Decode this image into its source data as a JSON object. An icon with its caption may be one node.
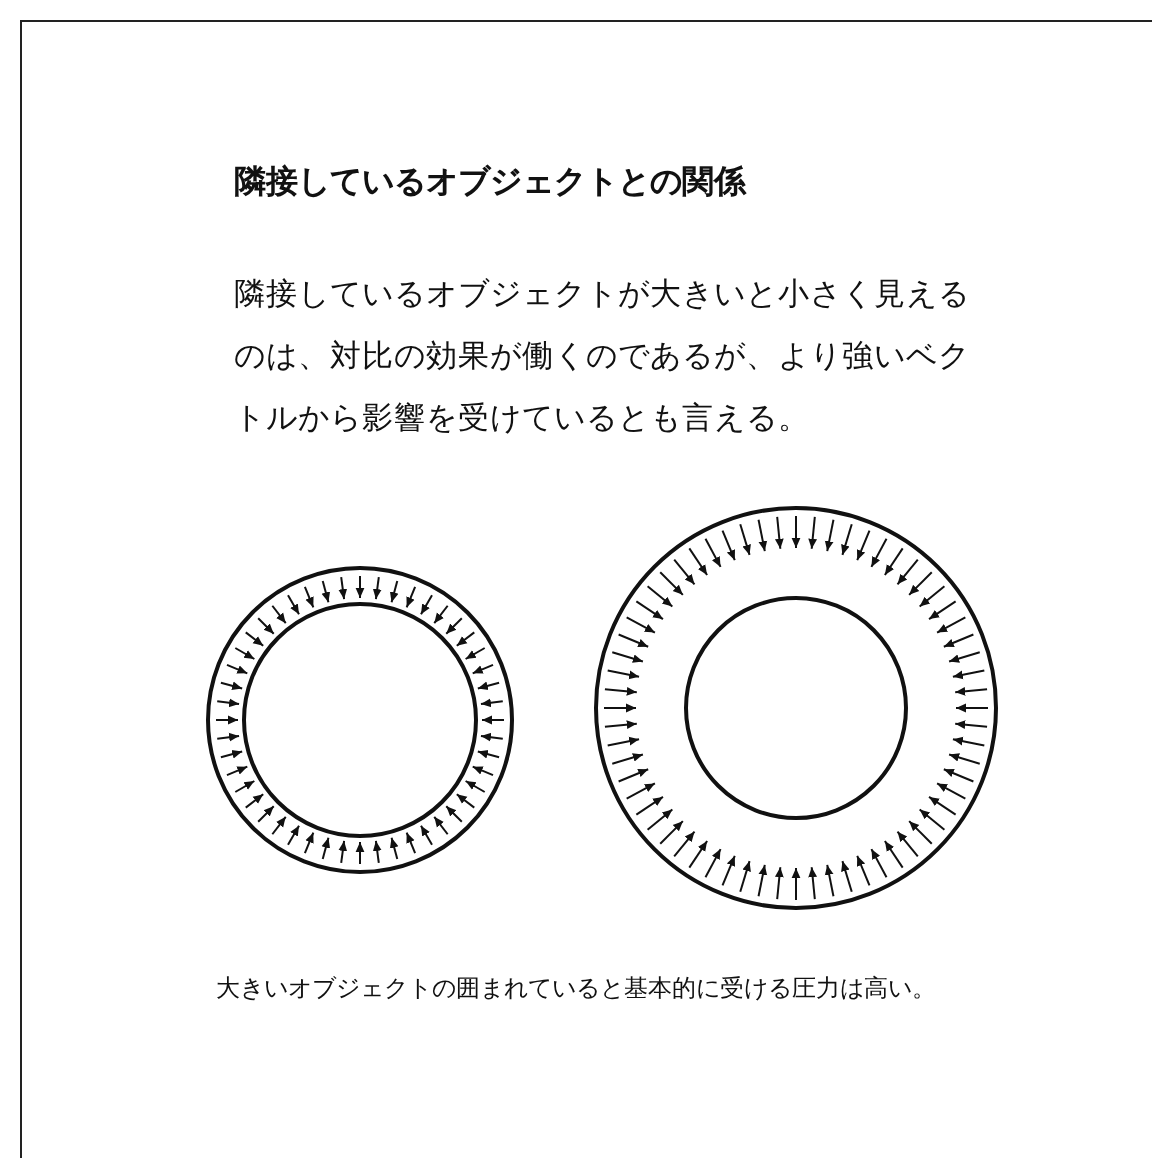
{
  "diagram": {
    "title": "隣接しているオブジェクトとの関係",
    "labels": [
      "隣接しているオブジェクトが大きいと小さく見えるのは、対比の効果が働くのであるが、より強いベクトルから影響を受けているとも言える。"
    ],
    "caption": "大きいオブジェクトの囲まれていると基本的に受ける圧力は高い。"
  }
}
